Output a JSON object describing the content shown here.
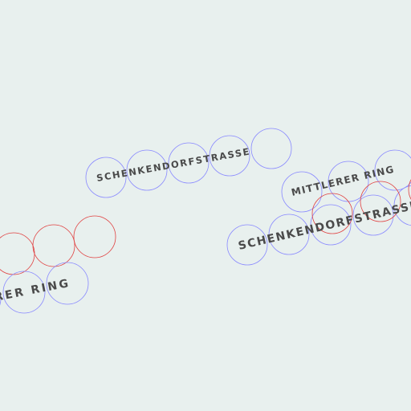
{
  "map": {
    "background": "#e8f0ee",
    "label_color": "#4a4a4a",
    "debug_circle_colors": {
      "blue": "#8888ff",
      "red": "#e04040"
    },
    "labels": [
      {
        "id": "schenkendorfstrasse-upper",
        "text": "SCHENKENDORFSTRASSE"
      },
      {
        "id": "mittlerer-ring-right",
        "text": "MITTLERER RING"
      },
      {
        "id": "schenkendorfstrasse-lower",
        "text": "SCHENKENDORFSTRASSE"
      },
      {
        "id": "mittlerer-ring-left",
        "text": "RER RING"
      }
    ]
  }
}
